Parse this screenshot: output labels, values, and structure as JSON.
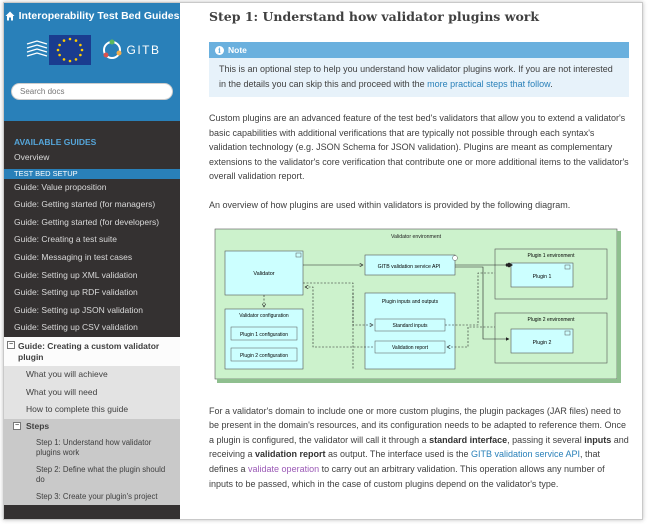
{
  "sidebar": {
    "title": "Interoperability Test Bed Guides",
    "gitb_label": "GITB",
    "search_placeholder": "Search docs",
    "caption": "AVAILABLE GUIDES",
    "overview": "Overview",
    "section": "TEST BED SETUP",
    "items": [
      "Guide: Value proposition",
      "Guide: Getting started (for managers)",
      "Guide: Getting started (for developers)",
      "Guide: Creating a test suite",
      "Guide: Messaging in test cases",
      "Guide: Setting up XML validation",
      "Guide: Setting up RDF validation",
      "Guide: Setting up JSON validation",
      "Guide: Setting up CSV validation"
    ],
    "current": "Guide: Creating a custom validator plugin",
    "sub_items": [
      "What you will achieve",
      "What you will need",
      "How to complete this guide"
    ],
    "steps_label": "Steps",
    "steps": [
      "Step 1: Understand how validator plugins work",
      "Step 2: Define what the plugin should do",
      "Step 3: Create your plugin's project"
    ]
  },
  "content": {
    "heading": "Step 1: Understand how validator plugins work",
    "note": {
      "title": "Note",
      "text": "This is an optional step to help you understand how validator plugins work. If you are not interested in the details you can skip this and proceed with the ",
      "link": "more practical steps that follow",
      "end": "."
    },
    "para1": "Custom plugins are an advanced feature of the test bed's validators that allow you to extend a validator's basic capabilities with additional verifications that are typically not possible through each syntax's validation technology (e.g. JSON Schema for JSON validation). Plugins are meant as complementary extensions to the validator's core verification that contribute one or more additional items to the validator's overall validation report.",
    "para2": "An overview of how plugins are used within validators is provided by the following diagram.",
    "para3": {
      "t1": "For a validator's domain to include one or more custom plugins, the plugin packages (JAR files) need to be present in the domain's resources, and its configuration needs to be adapted to reference them. Once a plugin is configured, the validator will call it through a ",
      "b1": "standard interface",
      "t2": ", passing it several ",
      "b2": "inputs",
      "t3": " and receiving a ",
      "b3": "validation report",
      "t4": " as output. The interface used is the ",
      "l1": "GITB validation service API",
      "t5": ", that defines a ",
      "l2": "validate operation",
      "t6": " to carry out an arbitrary validation. This operation allows any number of inputs to be passed, which in the case of custom plugins depend on the validator's type."
    }
  },
  "diagram": {
    "env": "Validator environment",
    "validator": "Validator",
    "api": "GITB validation service API",
    "config": "Validator configuration",
    "p1conf": "Plugin 1 configuration",
    "p2conf": "Plugin 2 configuration",
    "io": "Plugin inputs and outputs",
    "std_inputs": "Standard inputs",
    "report": "Validation report",
    "p1env": "Plugin 1 environment",
    "p1": "Plugin 1",
    "p2env": "Plugin 2 environment",
    "p2": "Plugin 2"
  },
  "colors": {
    "accent": "#2980b9",
    "sidebar_bg": "#343131",
    "note_header": "#6ab0de",
    "note_bg": "#e7f2fa",
    "diagram_env": "#ccf2cc",
    "diagram_box": "#ccffff"
  }
}
